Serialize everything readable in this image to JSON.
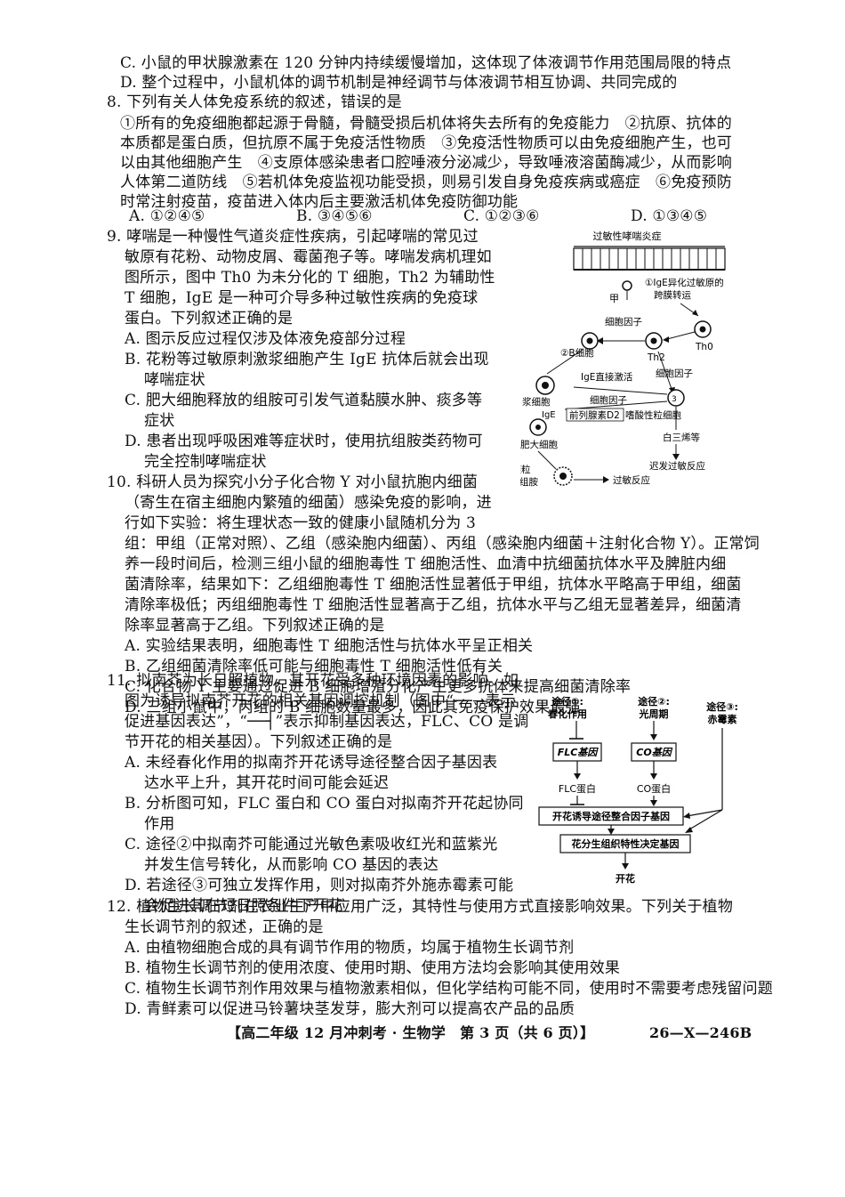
{
  "top": {
    "c": "C. 小鼠的甲状腺激素在 120 分钟内持续缓慢增加，这体现了体液调节作用范围局限的特点",
    "d": "D. 整个过程中，小鼠机体的调节机制是神经调节与体液调节相互协调、共同完成的"
  },
  "q8": {
    "stem": "8. 下列有关人体免疫系统的叙述，错误的是",
    "body": [
      "①所有的免疫细胞都起源于骨髓，骨髓受损后机体将失去所有的免疫能力　②抗原、抗体的",
      "本质都是蛋白质，但抗原不属于免疫活性物质　③免疫活性物质可以由免疫细胞产生，也可",
      "以由其他细胞产生　④支原体感染患者口腔唾液分泌减少，导致唾液溶菌酶减少，从而影响",
      "人体第二道防线　⑤若机体免疫监视功能受损，则易引发自身免疫疾病或癌症　⑥免疫预防",
      "时常注射疫苗，疫苗进入体内后主要激活机体免疫防御功能"
    ],
    "options": [
      "A. ①②④⑤",
      "B. ③④⑤⑥",
      "C. ①②③⑥",
      "D. ①③④⑤"
    ]
  },
  "q9": {
    "lines": [
      "9. 哮喘是一种慢性气道炎症性疾病，引起哮喘的常见过",
      "敏原有花粉、动物皮屑、霉菌孢子等。哮喘发病机理如",
      "图所示，图中 Th0 为未分化的 T 细胞，Th2 为辅助性",
      "T 细胞，IgE 是一种可介导多种过敏性疾病的免疫球",
      "蛋白。下列叙述正确的是",
      "A. 图示反应过程仅涉及体液免疫部分过程",
      "B. 花粉等过敏原刺激浆细胞产生 IgE 抗体后就会出现",
      "哮喘症状",
      "C. 肥大细胞释放的组胺可引发气道黏膜水肿、痰多等",
      "症状",
      "D. 患者出现呼吸困难等症状时，使用抗组胺类药物可",
      "完全控制哮喘症状"
    ],
    "figure": {
      "title": "过敏性哮喘炎症",
      "jia": "甲",
      "ige_note_1": "①IgE异化过敏原的",
      "ige_note_2": "跨膜转运",
      "th0": "Th0",
      "th2": "Th2",
      "cytokine1": "细胞因子",
      "cytokine2": "细胞因子",
      "cytokine3": "细胞因子",
      "b_cell": "②B细胞",
      "ige_direct": "IgE直接激活",
      "plasma_1": "浆细胞",
      "ige": "IgE",
      "pgd2": "前列腺素D2",
      "eosinophil": "嗜酸性粒细胞",
      "mast": "肥大细胞",
      "leukotriene": "白三烯等",
      "late_reaction": "迟发过敏反应",
      "degran_1": "脱颗粒",
      "degran_2": "释放组胺",
      "allergy": "过敏反应"
    }
  },
  "q10": {
    "lines": [
      "10. 科研人员为探究小分子化合物 Y 对小鼠抗胞内细菌",
      "（寄生在宿主细胞内繁殖的细菌）感染免疫的影响，进",
      "行如下实验：将生理状态一致的健康小鼠随机分为 3",
      "组：甲组（正常对照）、乙组（感染胞内细菌）、丙组（感染胞内细菌＋注射化合物 Y）。正常饲",
      "养一段时间后，检测三组小鼠的细胞毒性 T 细胞活性、血清中抗细菌抗体水平及脾脏内细",
      "菌清除率，结果如下：乙组细胞毒性 T 细胞活性显著低于甲组，抗体水平略高于甲组，细菌",
      "清除率极低；丙组细胞毒性 T 细胞活性显著高于乙组，抗体水平与乙组无显著差异，细菌清",
      "除率显著高于乙组。下列叙述正确的是",
      "A. 实验结果表明，细胞毒性 T 细胞活性与抗体水平呈正相关",
      "B. 乙组细菌清除率低可能与细胞毒性 T 细胞活性低有关",
      "C. 化合物 Y 主要通过促进 B 细胞增殖分化产生更多抗体来提高细菌清除率",
      "D. 三组小鼠中，丙组的 B 细胞数量最多，因此其免疫保护效果最强"
    ]
  },
  "q11": {
    "lines": [
      "11. 拟南芥为长日照植物，其开花受多种环境因素的影响。如",
      "图为诱导拟南芥开花的相关基因调控机制（图中“──→表示",
      "促进基因表达”，“──┤”表示抑制基因表达，FLC、CO 是调",
      "节开花的相关基因）。下列叙述正确的是",
      "A. 未经春化作用的拟南芥开花诱导途径整合因子基因表",
      "达水平上升，其开花时间可能会延迟",
      "B. 分析图可知，FLC 蛋白和 CO 蛋白对拟南芥开花起协同",
      "作用",
      "C. 途径②中拟南芥可能通过光敏色素吸收红光和蓝紫光",
      "并发生信号转化，从而影响 CO 基因的表达",
      "D. 若途径③可独立发挥作用，则对拟南芥外施赤霉素可能",
      "会促进其在短日照条件下开花"
    ],
    "figure": {
      "p1_a": "途径①:",
      "p1_b": "春化作用",
      "p2_a": "途径②:",
      "p2_b": "光周期",
      "p3_a": "途径③:",
      "p3_b": "赤霉素",
      "flc_gene": "FLC基因",
      "co_gene": "CO基因",
      "flc_protein": "FLC蛋白",
      "co_protein": "CO蛋白",
      "integrator": "开花诱导途径整合因子基因",
      "meristem": "花分生组织特性决定基因",
      "flower": "开花"
    }
  },
  "q12": {
    "lines": [
      "12. 植物生长调节剂在农业生产中应用广泛，其特性与使用方式直接影响效果。下列关于植物",
      "生长调节剂的叙述，正确的是",
      "A. 由植物细胞合成的具有调节作用的物质，均属于植物生长调节剂",
      "B. 植物生长调节剂的使用浓度、使用时期、使用方法均会影响其使用效果",
      "C. 植物生长调节剂作用效果与植物激素相似，但化学结构可能不同，使用时不需要考虑残留问题",
      "D. 青鲜素可以促进马铃薯块茎发芽，膨大剂可以提高农产品的品质"
    ]
  },
  "footer": {
    "left": "【高二年级 12 月冲刺考 · 生物学　第 3 页（共 6 页）】",
    "right": "26—X—246B"
  }
}
